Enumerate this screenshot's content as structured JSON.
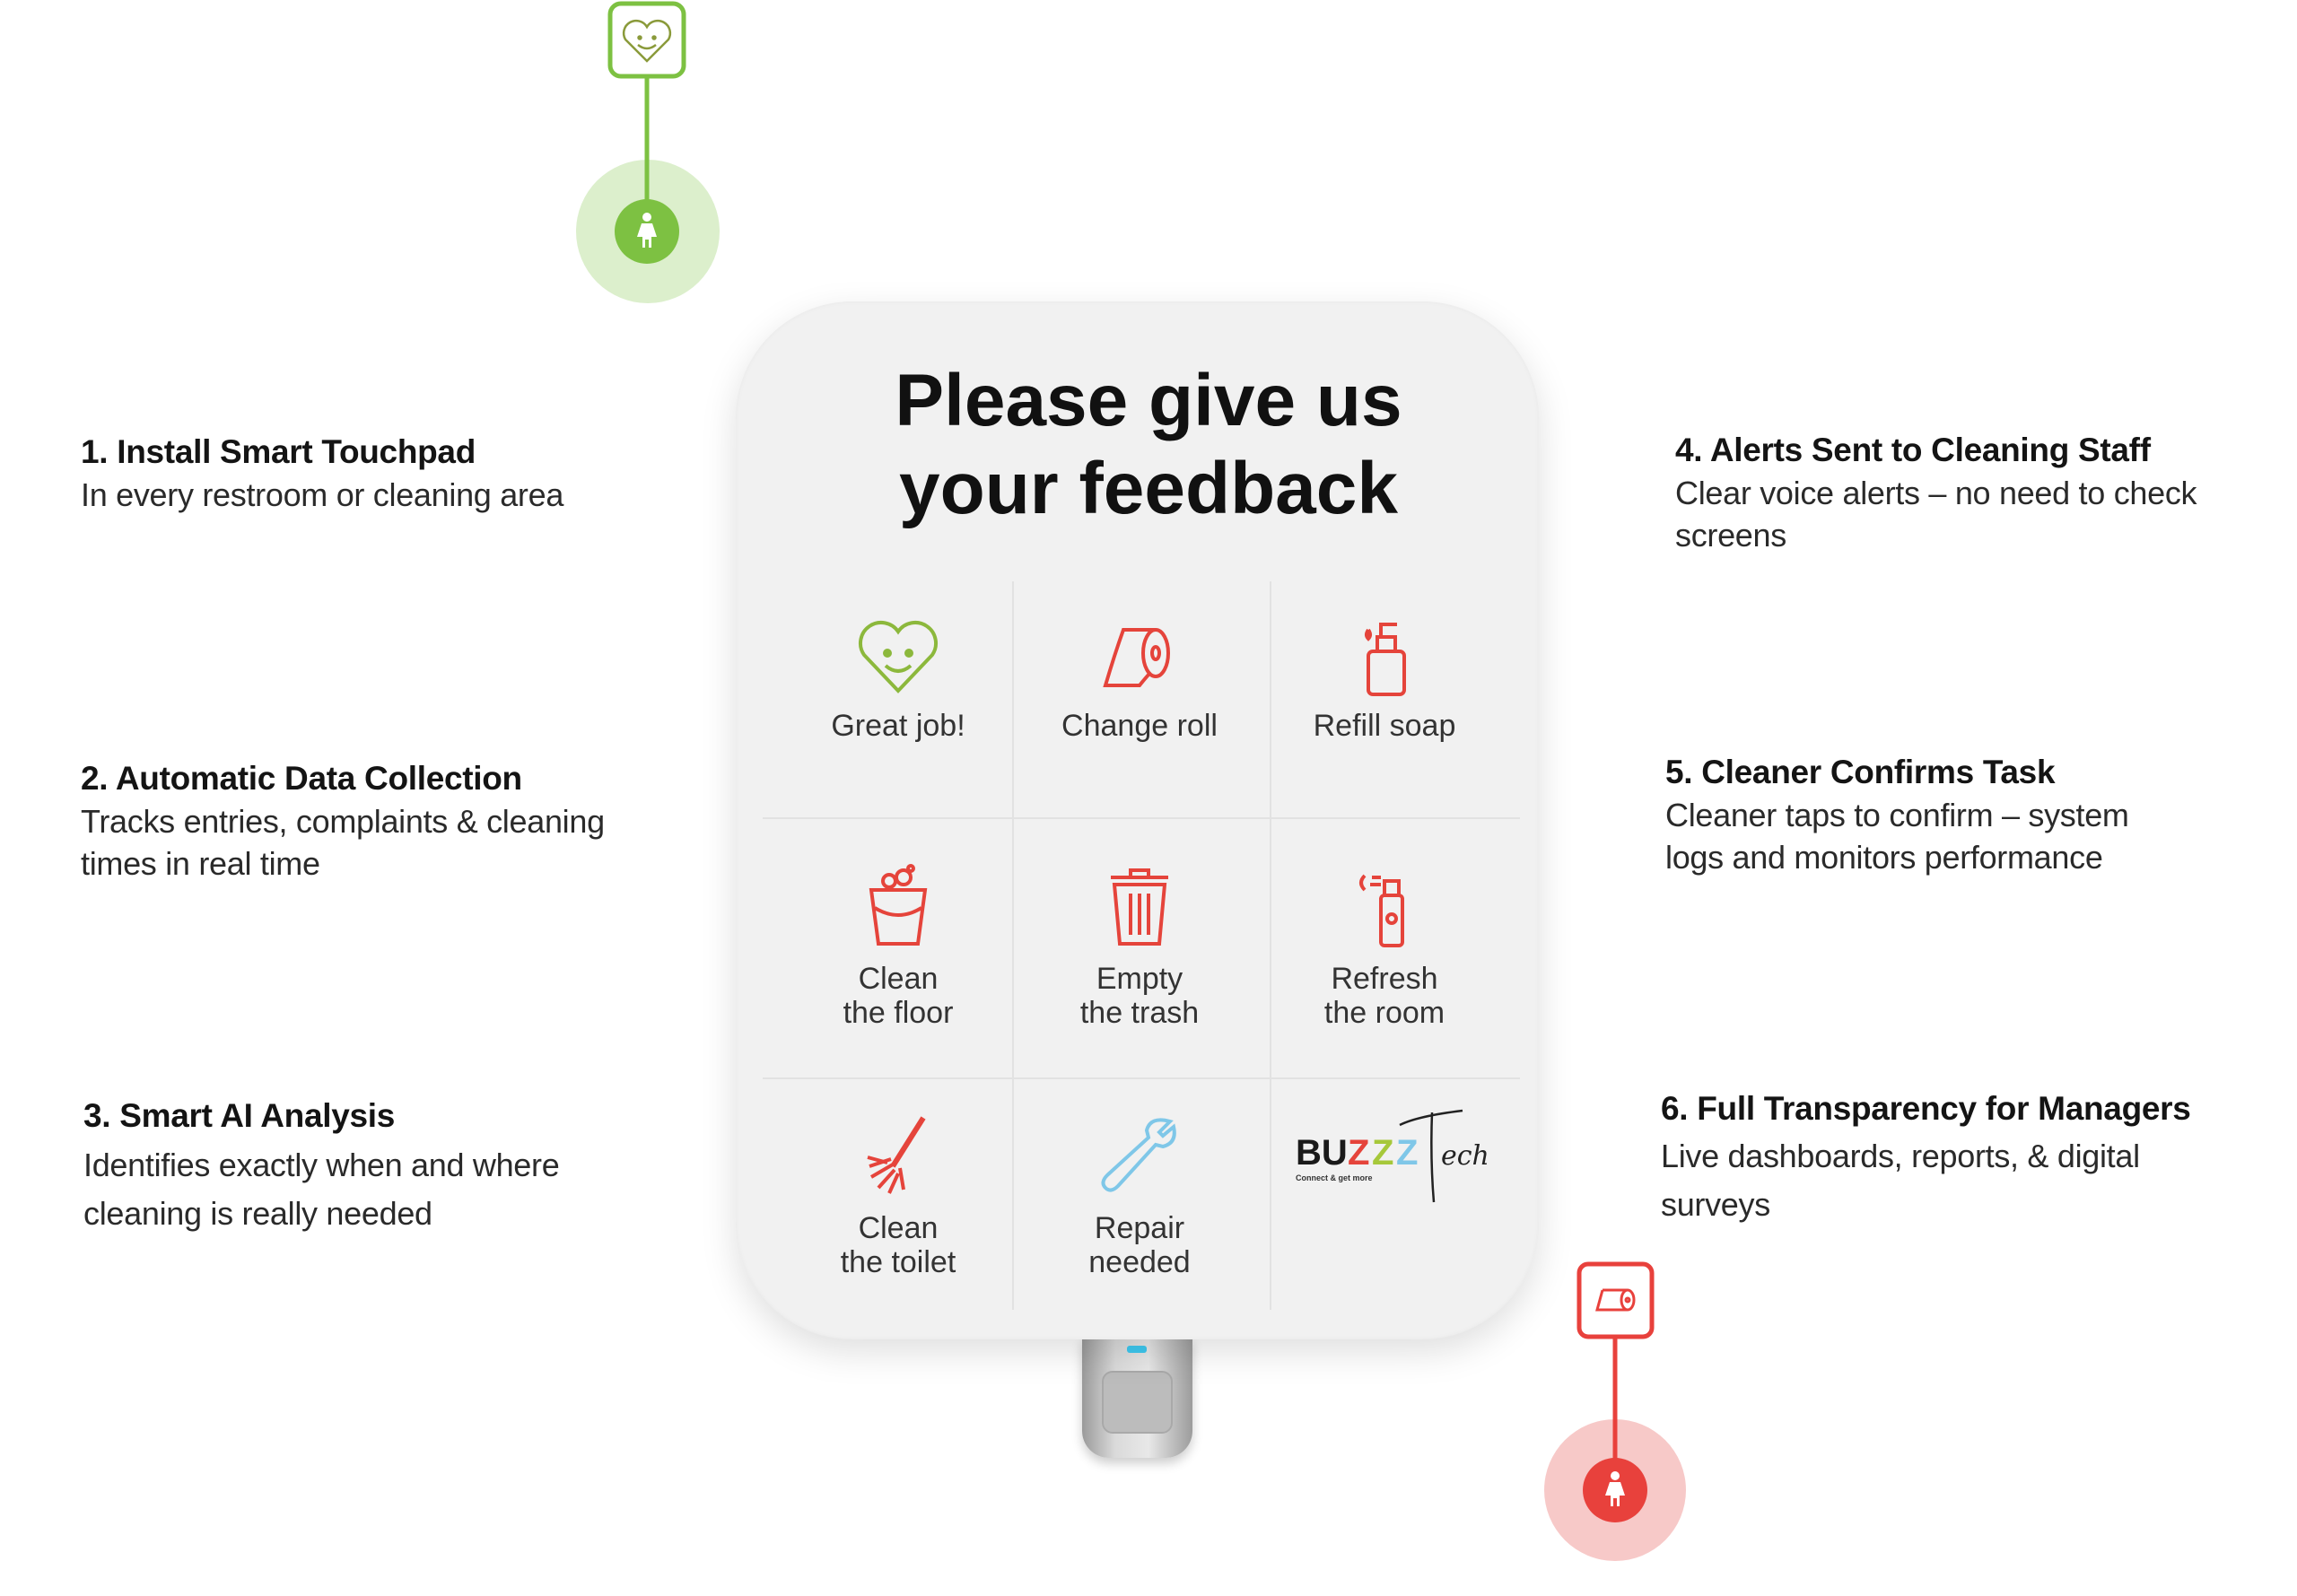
{
  "steps": [
    {
      "title": "1. Install Smart Touchpad",
      "lines": [
        "In every restroom or cleaning area"
      ]
    },
    {
      "title": "2. Automatic Data Collection",
      "lines": [
        "Tracks entries, complaints & cleaning",
        "times in real time"
      ]
    },
    {
      "title": "3. Smart AI Analysis",
      "lines": [
        "Identifies exactly when and where",
        "cleaning is really needed"
      ]
    },
    {
      "title": "4. Alerts Sent to Cleaning Staff",
      "lines": [
        "Clear voice alerts – no need to check",
        "screens"
      ]
    },
    {
      "title": "5. Cleaner Confirms Task",
      "lines": [
        "Cleaner taps to confirm – system",
        "logs and monitors performance"
      ]
    },
    {
      "title": "6. Full Transparency for Managers",
      "lines": [
        "Live dashboards, reports, & digital",
        "surveys"
      ]
    }
  ],
  "card": {
    "title_lines": [
      "Please give us",
      "your feedback"
    ],
    "buttons": [
      {
        "lines": [
          "Great job!"
        ],
        "icon": "heart-smile-icon"
      },
      {
        "lines": [
          "Change roll"
        ],
        "icon": "toilet-roll-icon"
      },
      {
        "lines": [
          "Refill soap"
        ],
        "icon": "soap-dispenser-icon"
      },
      {
        "lines": [
          "Clean",
          "the floor"
        ],
        "icon": "bucket-icon"
      },
      {
        "lines": [
          "Empty",
          "the trash"
        ],
        "icon": "trash-bin-icon"
      },
      {
        "lines": [
          "Refresh",
          "the room"
        ],
        "icon": "air-freshener-icon"
      },
      {
        "lines": [
          "Clean",
          "the toilet"
        ],
        "icon": "toilet-brush-icon"
      },
      {
        "lines": [
          "Repair",
          "needed"
        ],
        "icon": "wrench-icon"
      }
    ],
    "logo": {
      "brand": "BUZZZ",
      "script": "Tech",
      "tagline": "Connect & get more"
    }
  },
  "colors": {
    "green": "#7dc142",
    "green_light": "#dcefcc",
    "red": "#e8413c",
    "red_light": "#f7c9c8",
    "icon_red": "#e5443b",
    "logo_blue": "#7fc7e8"
  }
}
